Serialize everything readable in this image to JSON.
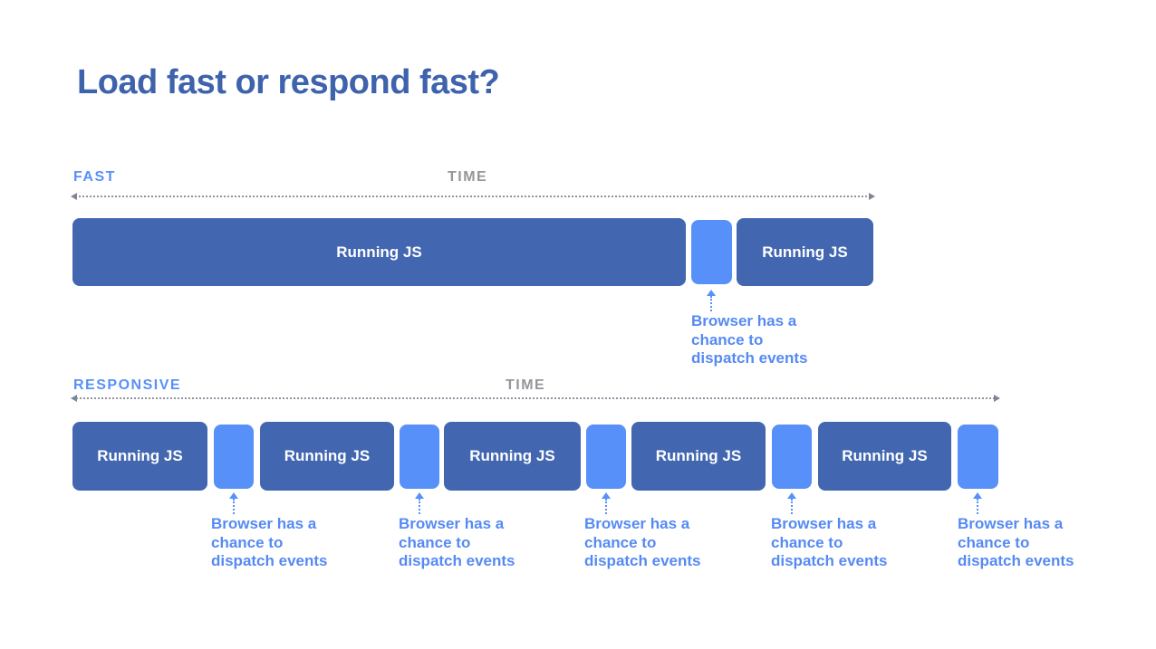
{
  "slide": {
    "title": "Load fast or respond fast?"
  },
  "colors": {
    "title": "#3e63ac",
    "bar": "#4267b0",
    "gap": "#5890f9",
    "label_blue": "#5890f8",
    "label_gray": "#96969a",
    "annotation": "#568af3",
    "timeline": "#8f95a1"
  },
  "fast": {
    "label": "FAST",
    "time_label": "TIME",
    "bars": [
      {
        "label": "Running JS"
      },
      {
        "label": "Running JS"
      }
    ],
    "annotations": [
      {
        "text": "Browser has a\nchance to\ndispatch events"
      }
    ]
  },
  "responsive": {
    "label": "RESPONSIVE",
    "time_label": "TIME",
    "bars": [
      {
        "label": "Running JS"
      },
      {
        "label": "Running JS"
      },
      {
        "label": "Running JS"
      },
      {
        "label": "Running JS"
      },
      {
        "label": "Running JS"
      }
    ],
    "annotations": [
      {
        "text": "Browser has a\nchance to\ndispatch events"
      },
      {
        "text": "Browser has a\nchance to\ndispatch events"
      },
      {
        "text": "Browser has a\nchance to\ndispatch events"
      },
      {
        "text": "Browser has a\nchance to\ndispatch events"
      },
      {
        "text": "Browser has a\nchance to\ndispatch events"
      }
    ]
  }
}
